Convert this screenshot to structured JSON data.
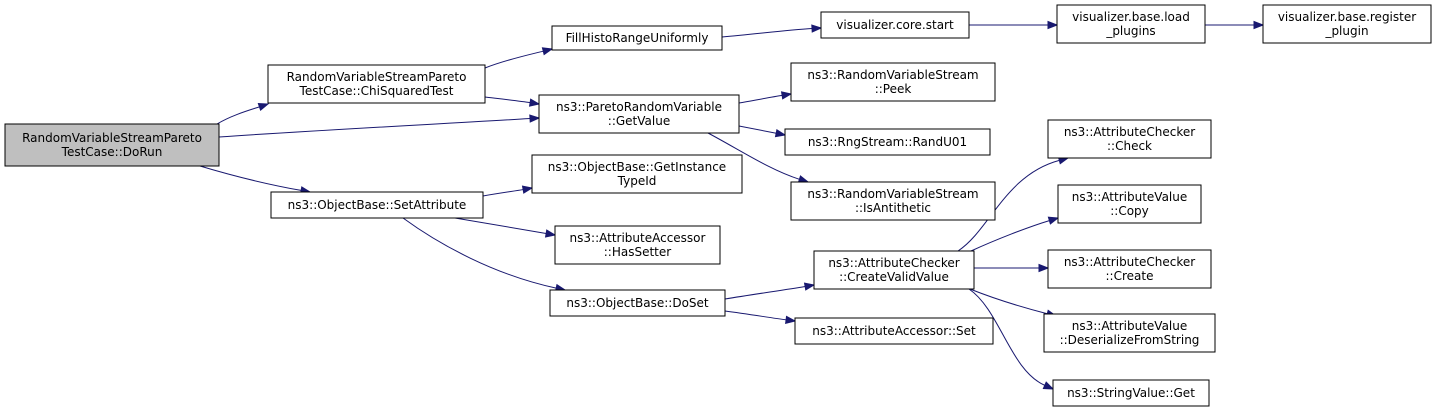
{
  "nodes": [
    {
      "id": "doRun",
      "lines": [
        "RandomVariableStreamPareto",
        "TestCase::DoRun"
      ],
      "root": true
    },
    {
      "id": "chiSquared",
      "lines": [
        "RandomVariableStreamPareto",
        "TestCase::ChiSquaredTest"
      ]
    },
    {
      "id": "fillHisto",
      "lines": [
        "FillHistoRangeUniformly"
      ]
    },
    {
      "id": "vizCoreStart",
      "lines": [
        "visualizer.core.start"
      ]
    },
    {
      "id": "vizLoadPlugins",
      "lines": [
        "visualizer.base.load",
        "_plugins"
      ]
    },
    {
      "id": "vizRegisterPlugin",
      "lines": [
        "visualizer.base.register",
        "_plugin"
      ]
    },
    {
      "id": "paretoGetValue",
      "lines": [
        "ns3::ParetoRandomVariable",
        "::GetValue"
      ]
    },
    {
      "id": "rvsPeek",
      "lines": [
        "ns3::RandomVariableStream",
        "::Peek"
      ]
    },
    {
      "id": "randU01",
      "lines": [
        "ns3::RngStream::RandU01"
      ]
    },
    {
      "id": "isAntithetic",
      "lines": [
        "ns3::RandomVariableStream",
        "::IsAntithetic"
      ]
    },
    {
      "id": "setAttribute",
      "lines": [
        "ns3::ObjectBase::SetAttribute"
      ]
    },
    {
      "id": "getInstanceTypeId",
      "lines": [
        "ns3::ObjectBase::GetInstance",
        "TypeId"
      ]
    },
    {
      "id": "hasSetter",
      "lines": [
        "ns3::AttributeAccessor",
        "::HasSetter"
      ]
    },
    {
      "id": "doSet",
      "lines": [
        "ns3::ObjectBase::DoSet"
      ]
    },
    {
      "id": "createValidValue",
      "lines": [
        "ns3::AttributeChecker",
        "::CreateValidValue"
      ]
    },
    {
      "id": "accessorSet",
      "lines": [
        "ns3::AttributeAccessor::Set"
      ]
    },
    {
      "id": "checkerCheck",
      "lines": [
        "ns3::AttributeChecker",
        "::Check"
      ]
    },
    {
      "id": "valueCopy",
      "lines": [
        "ns3::AttributeValue",
        "::Copy"
      ]
    },
    {
      "id": "checkerCreate",
      "lines": [
        "ns3::AttributeChecker",
        "::Create"
      ]
    },
    {
      "id": "deserialize",
      "lines": [
        "ns3::AttributeValue",
        "::DeserializeFromString"
      ]
    },
    {
      "id": "stringGet",
      "lines": [
        "ns3::StringValue::Get"
      ]
    }
  ],
  "edges": [
    {
      "from": "doRun",
      "to": "chiSquared"
    },
    {
      "from": "doRun",
      "to": "paretoGetValue"
    },
    {
      "from": "doRun",
      "to": "setAttribute"
    },
    {
      "from": "chiSquared",
      "to": "fillHisto"
    },
    {
      "from": "chiSquared",
      "to": "paretoGetValue"
    },
    {
      "from": "fillHisto",
      "to": "vizCoreStart"
    },
    {
      "from": "vizCoreStart",
      "to": "vizLoadPlugins"
    },
    {
      "from": "vizLoadPlugins",
      "to": "vizRegisterPlugin"
    },
    {
      "from": "paretoGetValue",
      "to": "rvsPeek"
    },
    {
      "from": "paretoGetValue",
      "to": "randU01"
    },
    {
      "from": "paretoGetValue",
      "to": "isAntithetic"
    },
    {
      "from": "setAttribute",
      "to": "getInstanceTypeId"
    },
    {
      "from": "setAttribute",
      "to": "hasSetter"
    },
    {
      "from": "setAttribute",
      "to": "doSet"
    },
    {
      "from": "doSet",
      "to": "createValidValue"
    },
    {
      "from": "doSet",
      "to": "accessorSet"
    },
    {
      "from": "createValidValue",
      "to": "checkerCheck"
    },
    {
      "from": "createValidValue",
      "to": "valueCopy"
    },
    {
      "from": "createValidValue",
      "to": "checkerCreate"
    },
    {
      "from": "createValidValue",
      "to": "deserialize"
    },
    {
      "from": "createValidValue",
      "to": "stringGet"
    }
  ]
}
